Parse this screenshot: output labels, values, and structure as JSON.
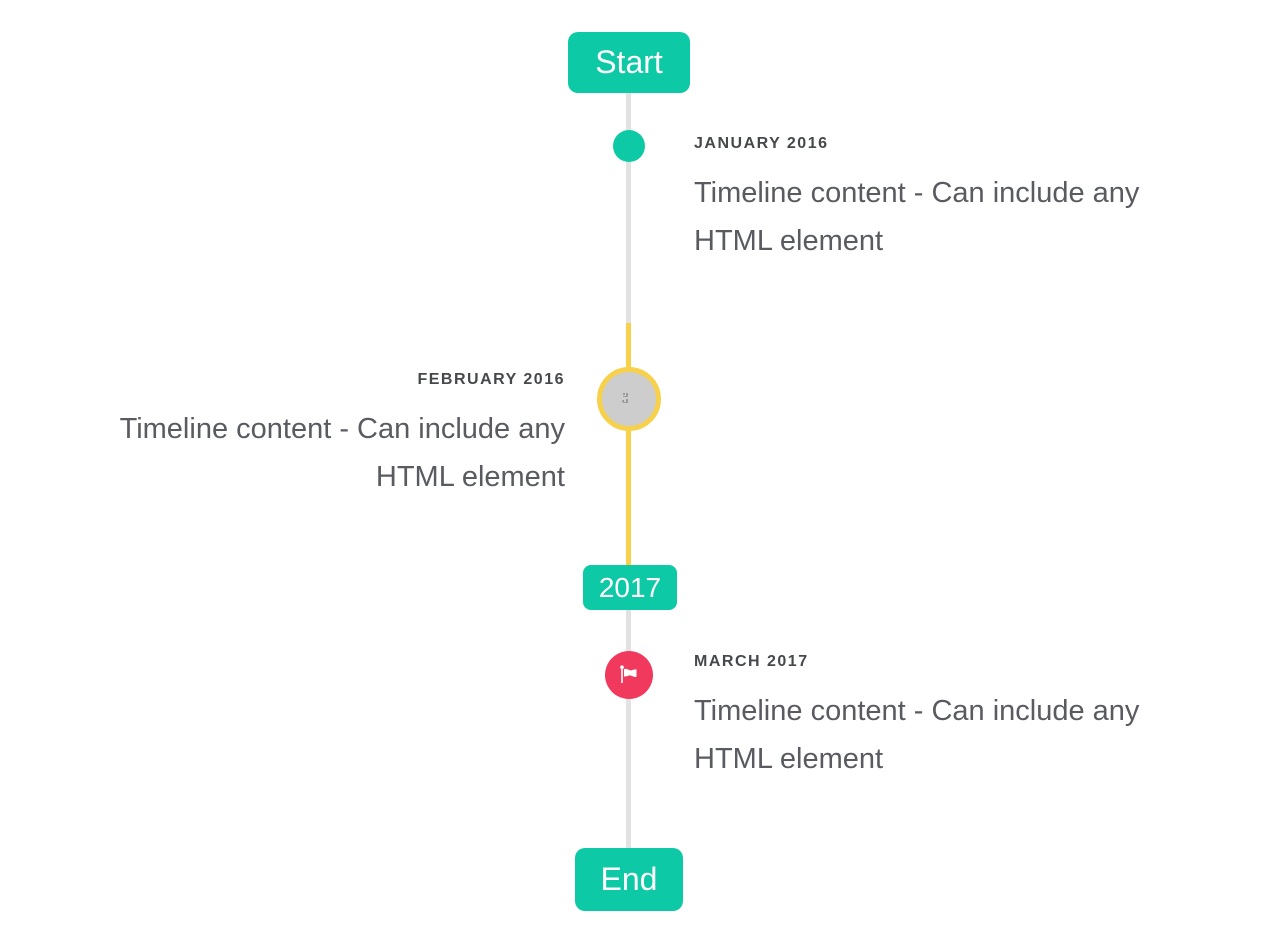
{
  "page": {
    "background": "#ffffff"
  },
  "colors": {
    "accent_teal": "#0ec9a5",
    "highlight_yellow": "#f7d14b",
    "marker_pink": "#f0395c",
    "line_gray": "#e2e2e2",
    "image_circle_gray": "#cdcdcd",
    "title_text": "#47484b",
    "content_text": "#595b60",
    "badge_text": "#ffffff"
  },
  "timeline": {
    "start_label": "Start",
    "end_label": "End",
    "year_badge_label": "2017",
    "events": [
      {
        "title": "JANUARY 2016",
        "content": "Timeline content - Can include any HTML element",
        "side": "right",
        "marker": "teal-dot"
      },
      {
        "title": "FEBRUARY 2016",
        "content": "Timeline content - Can include any HTML element",
        "side": "left",
        "marker": "image-circle-broken-image"
      },
      {
        "title": "MARCH 2017",
        "content": "Timeline content - Can include any HTML element",
        "side": "right",
        "marker": "flag-circle"
      }
    ],
    "icons": {
      "flag": "flag-icon",
      "broken_image": "broken-image-icon"
    }
  }
}
